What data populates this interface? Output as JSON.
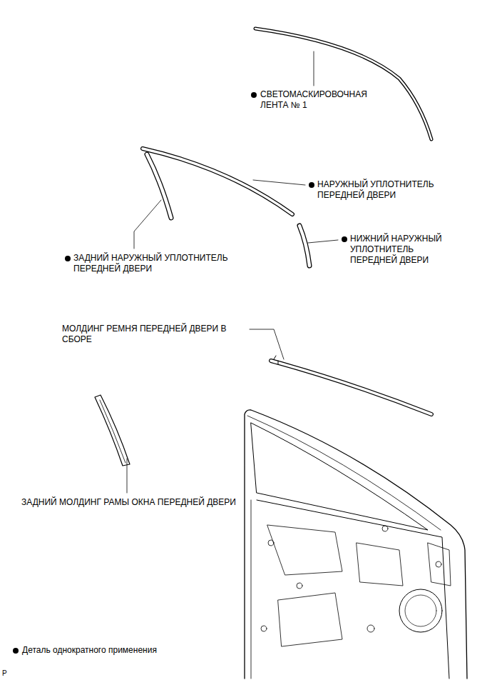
{
  "diagram": {
    "labels": [
      "СВЕТОМАСКИРОВОЧНАЯ ЛЕНТА № 1",
      "НАРУЖНЫЙ УПЛОТНИТЕЛЬ ПЕРЕДНЕЙ ДВЕРИ",
      "НИЖНИЙ НАРУЖНЫЙ УПЛОТНИТЕЛЬ ПЕРЕДНЕЙ ДВЕРИ",
      "ЗАДНИЙ НАРУЖНЫЙ УПЛОТНИТЕЛЬ ПЕРЕДНЕЙ ДВЕРИ",
      "МОЛДИНГ РЕМНЯ ПЕРЕДНЕЙ ДВЕРИ В СБОРЕ",
      "ЗАДНИЙ МОЛДИНГ РАМЫ ОКНА ПЕРЕДНЕЙ ДВЕРИ",
      "P"
    ],
    "legend": [
      {
        "text": "Деталь однократного применения"
      }
    ]
  }
}
